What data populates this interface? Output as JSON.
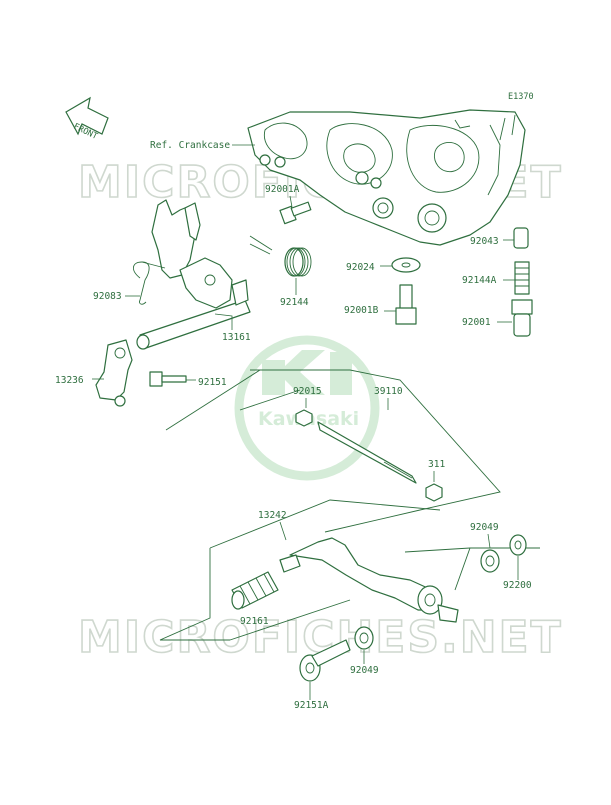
{
  "diagram": {
    "code": "E1370",
    "front_label": "FRONT",
    "watermark": "MICROFICHES.NET",
    "logo_text": "Kawasaki",
    "ref_label": "Ref. Crankcase",
    "parts": {
      "p92001A": "92001A",
      "p92043": "92043",
      "p92024": "92024",
      "p92144A": "92144A",
      "p92083": "92083",
      "p92144": "92144",
      "p92001B": "92001B",
      "p92001": "92001",
      "p13161": "13161",
      "p13236": "13236",
      "p92151": "92151",
      "p92015": "92015",
      "p39110": "39110",
      "p311": "311",
      "p13242": "13242",
      "p92049a": "92049",
      "p92200": "92200",
      "p92161": "92161",
      "p92049b": "92049",
      "p92151A": "92151A"
    }
  }
}
